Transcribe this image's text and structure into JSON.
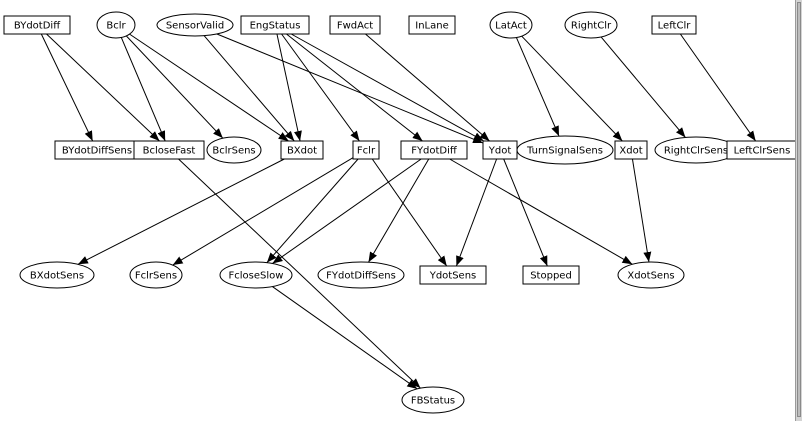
{
  "graph": {
    "nodes": [
      {
        "id": "BYdotDiff",
        "label": "BYdotDiff",
        "shape": "box"
      },
      {
        "id": "Bclr",
        "label": "Bclr",
        "shape": "ellipse"
      },
      {
        "id": "SensorValid",
        "label": "SensorValid",
        "shape": "ellipse"
      },
      {
        "id": "EngStatus",
        "label": "EngStatus",
        "shape": "box"
      },
      {
        "id": "FwdAct",
        "label": "FwdAct",
        "shape": "box"
      },
      {
        "id": "InLane",
        "label": "InLane",
        "shape": "box"
      },
      {
        "id": "LatAct",
        "label": "LatAct",
        "shape": "ellipse"
      },
      {
        "id": "RightClr",
        "label": "RightClr",
        "shape": "ellipse"
      },
      {
        "id": "LeftClr",
        "label": "LeftClr",
        "shape": "box"
      },
      {
        "id": "BYdotDiffSens",
        "label": "BYdotDiffSens",
        "shape": "box"
      },
      {
        "id": "BcloseFast",
        "label": "BcloseFast",
        "shape": "box"
      },
      {
        "id": "BclrSens",
        "label": "BclrSens",
        "shape": "ellipse"
      },
      {
        "id": "BXdot",
        "label": "BXdot",
        "shape": "box"
      },
      {
        "id": "Fclr",
        "label": "Fclr",
        "shape": "box"
      },
      {
        "id": "FYdotDiff",
        "label": "FYdotDiff",
        "shape": "box"
      },
      {
        "id": "Ydot",
        "label": "Ydot",
        "shape": "box"
      },
      {
        "id": "TurnSignalSens",
        "label": "TurnSignalSens",
        "shape": "ellipse"
      },
      {
        "id": "Xdot",
        "label": "Xdot",
        "shape": "box"
      },
      {
        "id": "RightClrSens",
        "label": "RightClrSens",
        "shape": "ellipse"
      },
      {
        "id": "LeftClrSens",
        "label": "LeftClrSens",
        "shape": "box"
      },
      {
        "id": "BXdotSens",
        "label": "BXdotSens",
        "shape": "ellipse"
      },
      {
        "id": "FclrSens",
        "label": "FclrSens",
        "shape": "ellipse"
      },
      {
        "id": "FcloseSlow",
        "label": "FcloseSlow",
        "shape": "ellipse"
      },
      {
        "id": "FYdotDiffSens",
        "label": "FYdotDiffSens",
        "shape": "ellipse"
      },
      {
        "id": "YdotSens",
        "label": "YdotSens",
        "shape": "box"
      },
      {
        "id": "Stopped",
        "label": "Stopped",
        "shape": "box"
      },
      {
        "id": "XdotSens",
        "label": "XdotSens",
        "shape": "ellipse"
      },
      {
        "id": "FBStatus",
        "label": "FBStatus",
        "shape": "ellipse"
      }
    ],
    "edges": [
      {
        "from": "BYdotDiff",
        "to": "BYdotDiffSens"
      },
      {
        "from": "BYdotDiff",
        "to": "BcloseFast"
      },
      {
        "from": "Bclr",
        "to": "BcloseFast"
      },
      {
        "from": "Bclr",
        "to": "BclrSens"
      },
      {
        "from": "Bclr",
        "to": "BXdot"
      },
      {
        "from": "SensorValid",
        "to": "BXdot"
      },
      {
        "from": "SensorValid",
        "to": "Ydot"
      },
      {
        "from": "EngStatus",
        "to": "BXdot"
      },
      {
        "from": "EngStatus",
        "to": "Fclr"
      },
      {
        "from": "EngStatus",
        "to": "FYdotDiff"
      },
      {
        "from": "EngStatus",
        "to": "Ydot"
      },
      {
        "from": "FwdAct",
        "to": "Ydot"
      },
      {
        "from": "LatAct",
        "to": "TurnSignalSens"
      },
      {
        "from": "LatAct",
        "to": "Xdot"
      },
      {
        "from": "RightClr",
        "to": "RightClrSens"
      },
      {
        "from": "LeftClr",
        "to": "LeftClrSens"
      },
      {
        "from": "BXdot",
        "to": "BXdotSens"
      },
      {
        "from": "BcloseFast",
        "to": "FBStatus"
      },
      {
        "from": "Fclr",
        "to": "FclrSens"
      },
      {
        "from": "Fclr",
        "to": "FcloseSlow"
      },
      {
        "from": "Fclr",
        "to": "YdotSens"
      },
      {
        "from": "FYdotDiff",
        "to": "FcloseSlow"
      },
      {
        "from": "FYdotDiff",
        "to": "FYdotDiffSens"
      },
      {
        "from": "FYdotDiff",
        "to": "XdotSens"
      },
      {
        "from": "Ydot",
        "to": "YdotSens"
      },
      {
        "from": "Ydot",
        "to": "Stopped"
      },
      {
        "from": "Xdot",
        "to": "XdotSens"
      },
      {
        "from": "FcloseSlow",
        "to": "FBStatus"
      }
    ]
  }
}
